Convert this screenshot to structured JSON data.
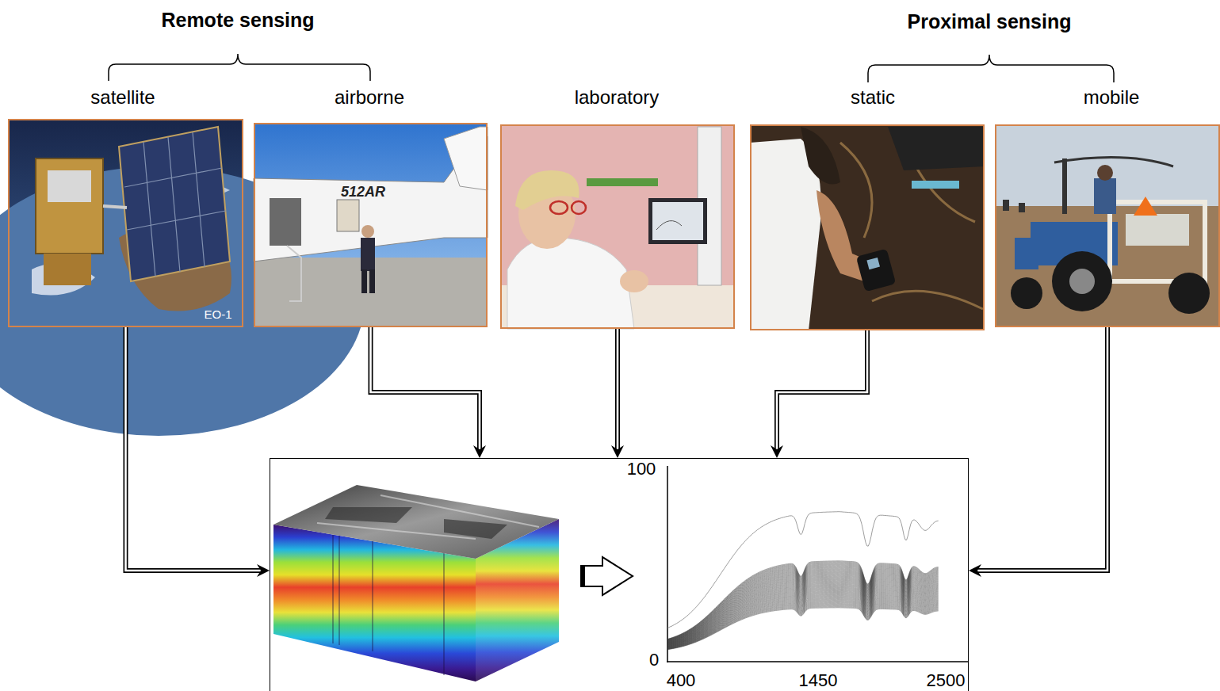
{
  "diagram": {
    "nodes": [
      {
        "text": [
          "satellite"
        ]
      },
      {
        "text": [
          "airborne"
        ]
      },
      {
        "text": [
          "laboratory"
        ]
      },
      {
        "text": [
          "static"
        ]
      },
      {
        "text": [
          "mobile"
        ]
      },
      {
        "text": [
          "100",
          "0",
          "400",
          "1450",
          "2500"
        ]
      }
    ],
    "edges": [
      {
        "from": 0,
        "to": 5,
        "arrow": "to"
      },
      {
        "from": 1,
        "to": 5,
        "arrow": "to"
      },
      {
        "from": 2,
        "to": 5,
        "arrow": "to"
      },
      {
        "from": 3,
        "to": 5,
        "arrow": "to"
      },
      {
        "from": 4,
        "to": 5,
        "arrow": "to"
      }
    ],
    "labels": [
      "Remote sensing",
      "Proximal sensing",
      "EO-1",
      "512AR"
    ]
  }
}
